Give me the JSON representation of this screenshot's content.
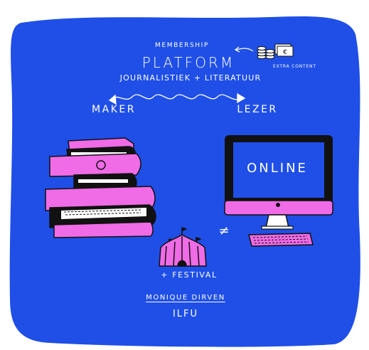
{
  "labels": {
    "membership": "MEMBERSHIP",
    "platform": "PLATFORM",
    "subtitle": "JOURNALISTIEK + LITERATUUR",
    "maker": "MAKER",
    "lezer": "LEZER",
    "extra_content": "EXTRA CONTENT",
    "euro_note": "€",
    "online": "ONLINE",
    "festival": "+ FESTIVAL",
    "not_equal": "≠",
    "author": "MONIQUE DIRVEN",
    "org": "ILFU"
  },
  "colors": {
    "background_blob": "#1f4fe6",
    "accent_pink": "#f06be6",
    "ink": "#111111",
    "paper": "#ffffff"
  },
  "icons": [
    "coin-stack-icon",
    "banknote-icon",
    "books-stack-icon",
    "imac-icon",
    "keyboard-icon",
    "festival-tent-icon",
    "double-arrow-icon"
  ]
}
